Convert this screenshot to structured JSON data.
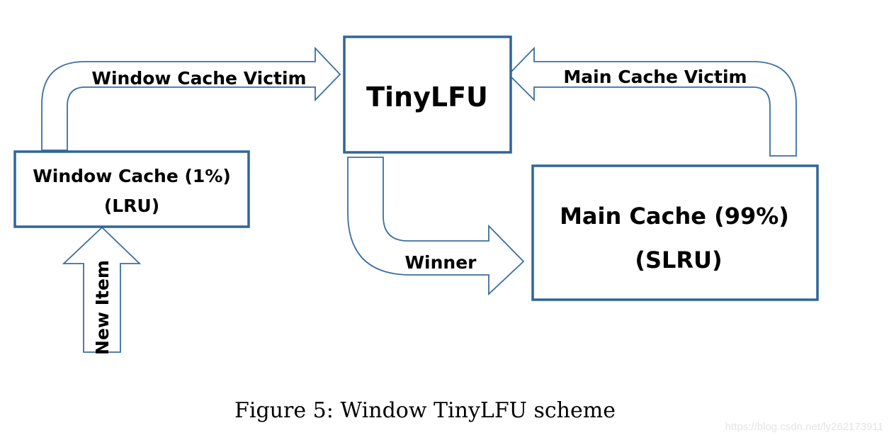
{
  "colors": {
    "stroke": "#2f6699",
    "arrow": "#3a6fa3",
    "text": "#000000"
  },
  "nodes": {
    "tinylfu": "TinyLFU",
    "window_cache": {
      "line1": "Window Cache (1%)",
      "line2": "(LRU)"
    },
    "main_cache": {
      "line1": "Main Cache (99%)",
      "line2": "(SLRU)"
    }
  },
  "edges": {
    "window_victim": "Window Cache Victim",
    "main_victim": "Main Cache Victim",
    "winner": "Winner",
    "new_item": "New Item"
  },
  "caption": "Figure 5:  Window TinyLFU scheme",
  "watermark": "https://blog.csdn.net/ly262173911"
}
